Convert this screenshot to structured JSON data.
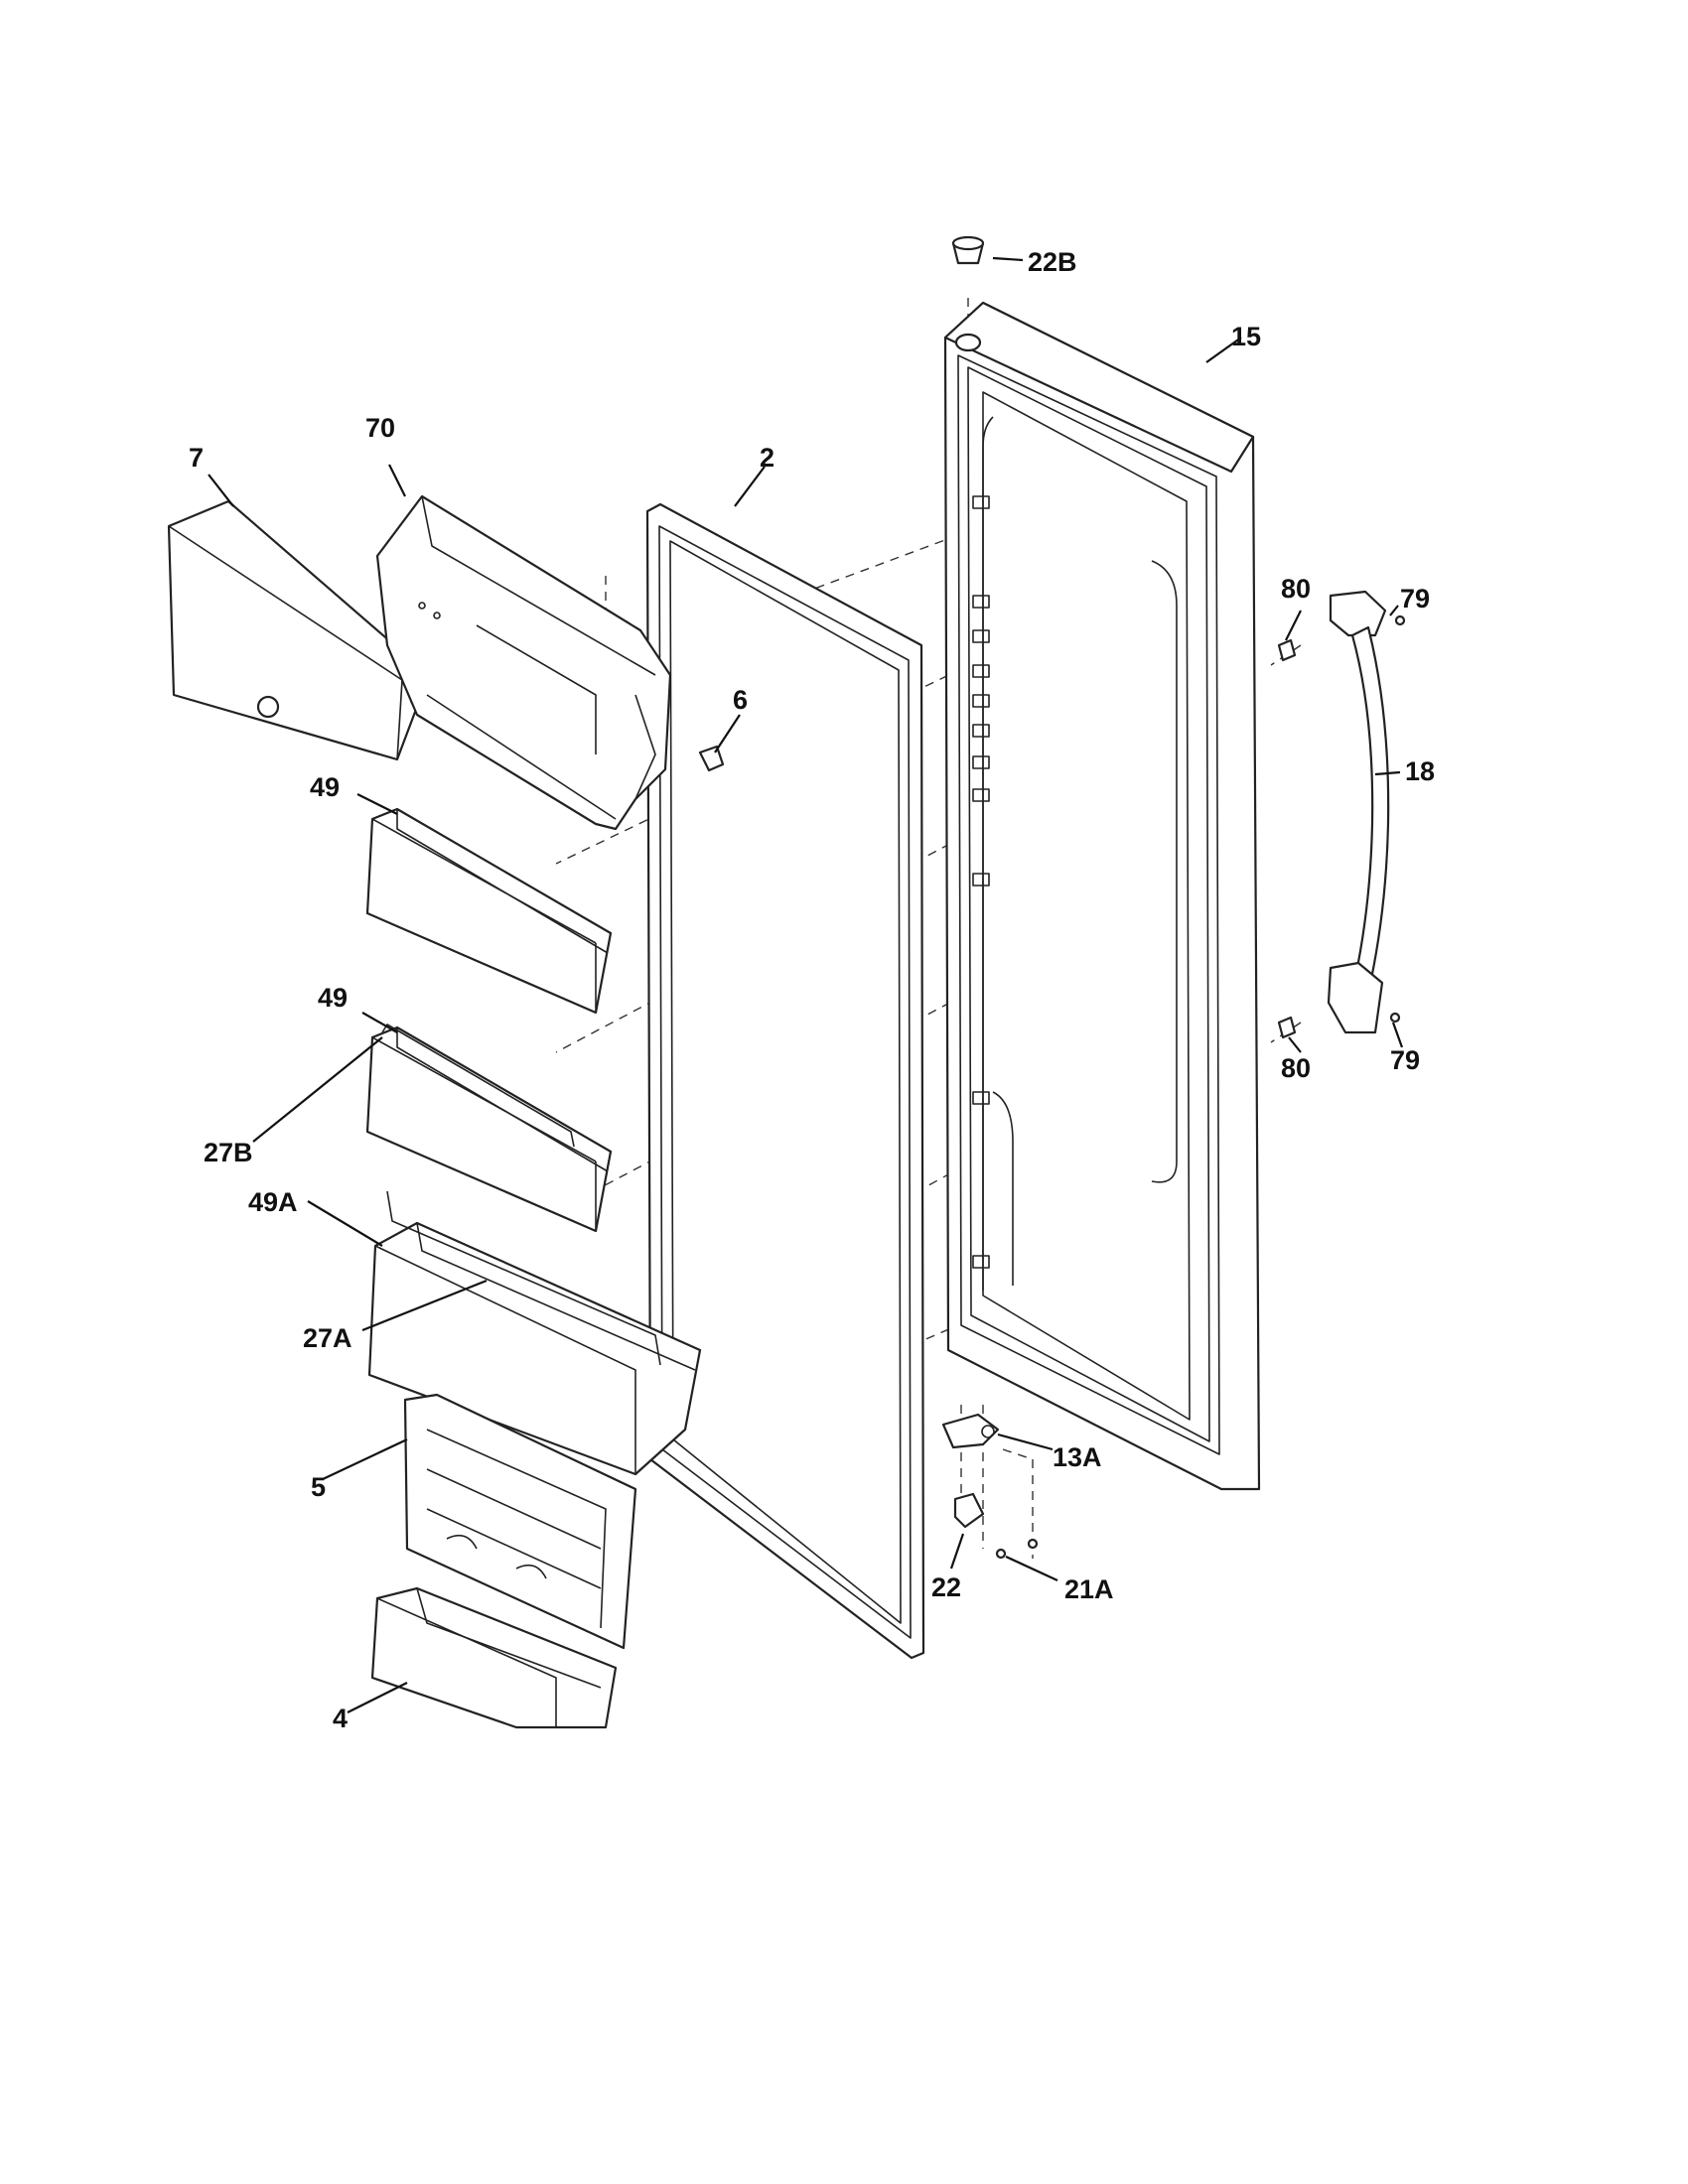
{
  "diagram": {
    "callouts": {
      "c22B": "22B",
      "c15": "15",
      "c70": "70",
      "c7": "7",
      "c2": "2",
      "c80_top": "80",
      "c79_top": "79",
      "c6": "6",
      "c18": "18",
      "c49_top": "49",
      "c49_mid": "49",
      "c80_bottom": "80",
      "c79_bottom": "79",
      "c27B": "27B",
      "c49A": "49A",
      "c27A": "27A",
      "c13A": "13A",
      "c5": "5",
      "c22": "22",
      "c21A": "21A",
      "c4": "4"
    }
  }
}
